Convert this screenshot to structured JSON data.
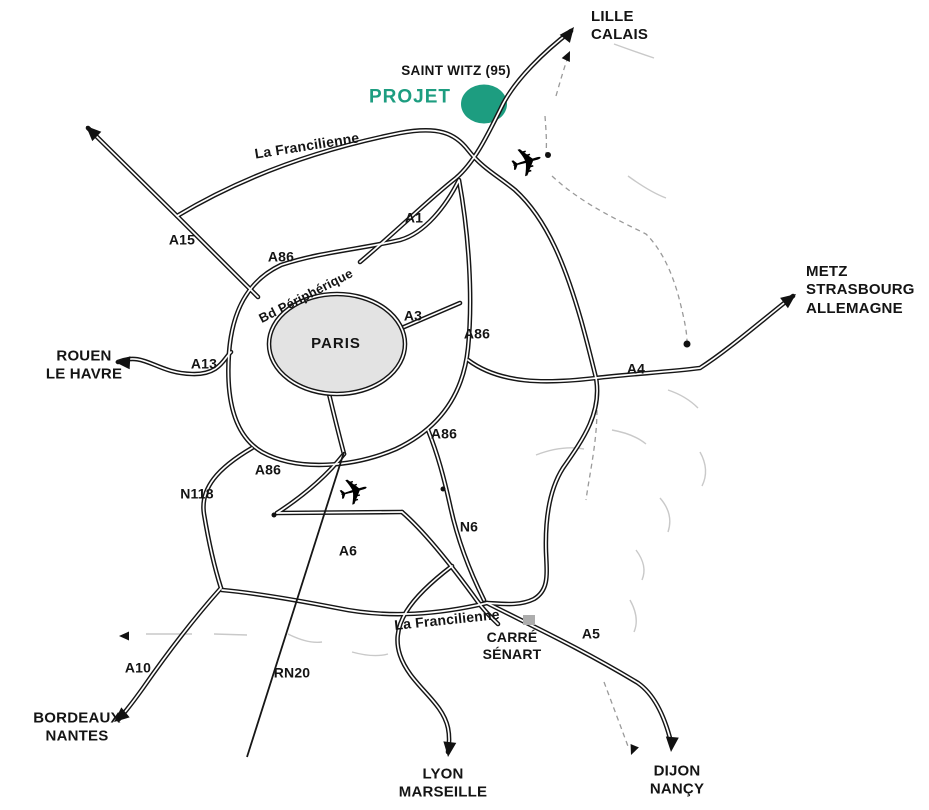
{
  "colors": {
    "accent": "#1d9d80",
    "paris_fill": "#e3e3e3",
    "road": "#161616"
  },
  "icons": {
    "airplane": "✈"
  },
  "project": {
    "name": "PROJET",
    "location": "SAINT WITZ (95)"
  },
  "city": {
    "paris": "PARIS",
    "carre_senart": "CARRÉ\nSÉNART"
  },
  "ring_roads": {
    "peripherique": "Bd Périphérique",
    "francilienne": "La Francilienne",
    "a86": "A86"
  },
  "roads": {
    "a1": "A1",
    "a3": "A3",
    "a4": "A4",
    "a5": "A5",
    "a6": "A6",
    "a10": "A10",
    "a13": "A13",
    "a15": "A15",
    "n6": "N6",
    "n118": "N118",
    "rn20": "RN20"
  },
  "destinations": {
    "north": "LILLE\nCALAIS",
    "east": "METZ\nSTRASBOURG\nALLEMAGNE",
    "west": "ROUEN\nLE HAVRE",
    "southwest": "BORDEAUX\nNANTES",
    "south": "LYON\nMARSEILLE",
    "southeast": "DIJON\nNANÇY"
  }
}
